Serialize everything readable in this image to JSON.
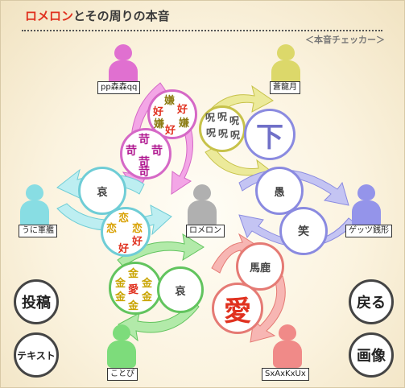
{
  "header": {
    "title_red": "ロメロン",
    "title_rest": "とその周りの本音",
    "subtitle": "＜本音チェッカー＞"
  },
  "people": {
    "top_left": "pp森森qq",
    "top_right": "蒼龍月",
    "left": "うに軍艦",
    "center": "ロメロン",
    "right": "ゲッツ銭形",
    "bottom_left": "ことぴ",
    "bottom_right": "SxAxKxUx"
  },
  "circles": {
    "pink_top": [
      "嫌",
      "好",
      "好",
      "嫌",
      "好",
      "嫌"
    ],
    "pink_bottom": [
      "苛",
      "苛",
      "苛",
      "苛",
      "苛"
    ],
    "yellow_left": [
      "呪",
      "呪",
      "呪",
      "呪",
      "呪",
      "呪"
    ],
    "yellow_big": "下",
    "cyan_top": "哀",
    "cyan_bottom": [
      "恋",
      "恋",
      "恋",
      "好",
      "好"
    ],
    "blue_top": "愚",
    "blue_bottom": "笑",
    "green_left": [
      "金",
      "金",
      "金",
      "愛",
      "金",
      "金",
      "金"
    ],
    "green_right": "哀",
    "red_top": "馬鹿",
    "red_big": "愛"
  },
  "buttons": {
    "post": "投稿",
    "text": "テキスト",
    "back": "戻る",
    "image": "画像"
  },
  "colors": {
    "pink": "#e060c8",
    "yellow": "#d4cf55",
    "cyan": "#7ad9e0",
    "blue": "#8a8ae8",
    "green": "#6dd66b",
    "red": "#f08080",
    "gray": "#a8a8a8",
    "title_red": "#e0311f"
  }
}
